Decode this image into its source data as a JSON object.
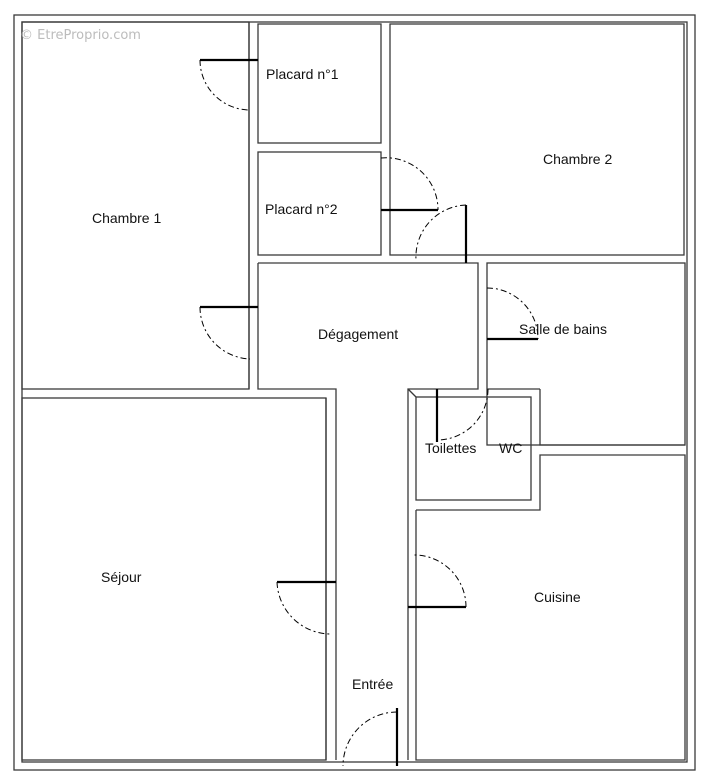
{
  "watermark": "© EtreProprio.com",
  "rooms": {
    "chambre1": "Chambre 1",
    "placard1": "Placard n°1",
    "placard2": "Placard n°2",
    "chambre2": "Chambre 2",
    "degagement": "Dégagement",
    "salle_de_bains": "Salle de bains",
    "toilettes": "Toilettes",
    "wc": "WC",
    "sejour": "Séjour",
    "cuisine": "Cuisine",
    "entree": "Entrée"
  },
  "colors": {
    "wall": "#3a3a3a",
    "door_leaf": "#000000",
    "door_swing": "#000000",
    "background": "#ffffff"
  }
}
